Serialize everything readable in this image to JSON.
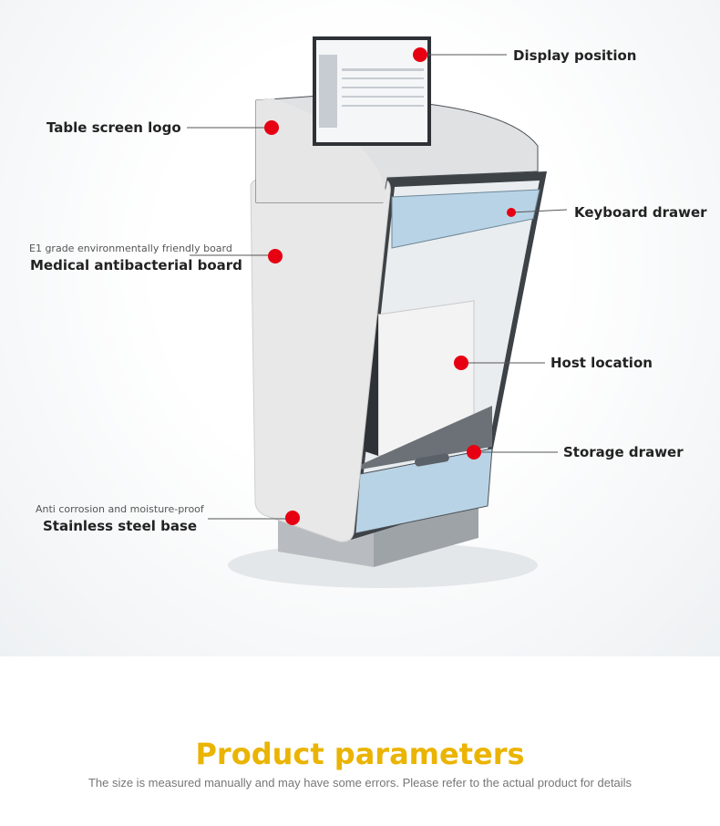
{
  "callouts": {
    "display_position": "Display position",
    "table_screen_logo": "Table screen logo",
    "keyboard_drawer": "Keyboard drawer",
    "board_sub": "E1 grade environmentally friendly board",
    "board": "Medical antibacterial board",
    "host_location": "Host location",
    "storage_drawer": "Storage drawer",
    "base_sub": "Anti corrosion and moisture-proof",
    "base": "Stainless steel base"
  },
  "section": {
    "title": "Product parameters",
    "note": "The size is measured manually and may have some errors. Please refer to the actual product for details"
  },
  "colors": {
    "accent": "#eab400",
    "marker": "#e60012",
    "drawer": "#b9d3e6"
  }
}
